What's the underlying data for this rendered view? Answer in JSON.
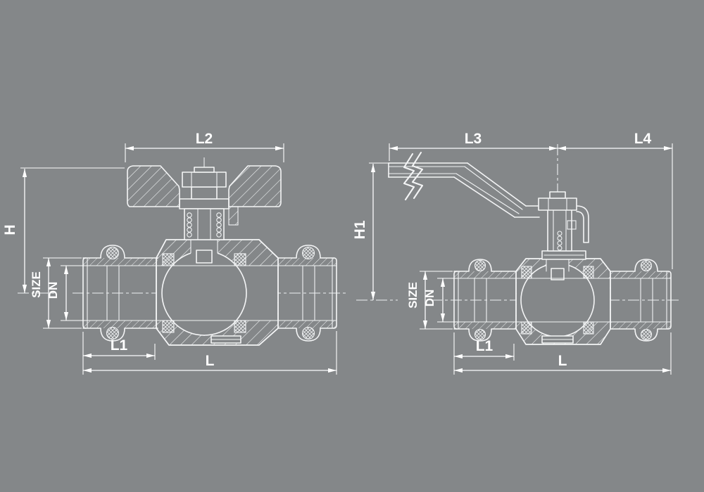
{
  "colors": {
    "background": "#848789",
    "line": "#f4f5f6",
    "text": "#ffffff"
  },
  "left_valve": {
    "dims": {
      "l2": "L2",
      "h": "H",
      "size": "SIZE",
      "dn": "DN",
      "l1": "L1",
      "l": "L"
    }
  },
  "right_valve": {
    "dims": {
      "l3": "L3",
      "l4": "L4",
      "h1": "H1",
      "size": "SIZE",
      "dn": "DN",
      "l1": "L1",
      "l": "L"
    }
  }
}
